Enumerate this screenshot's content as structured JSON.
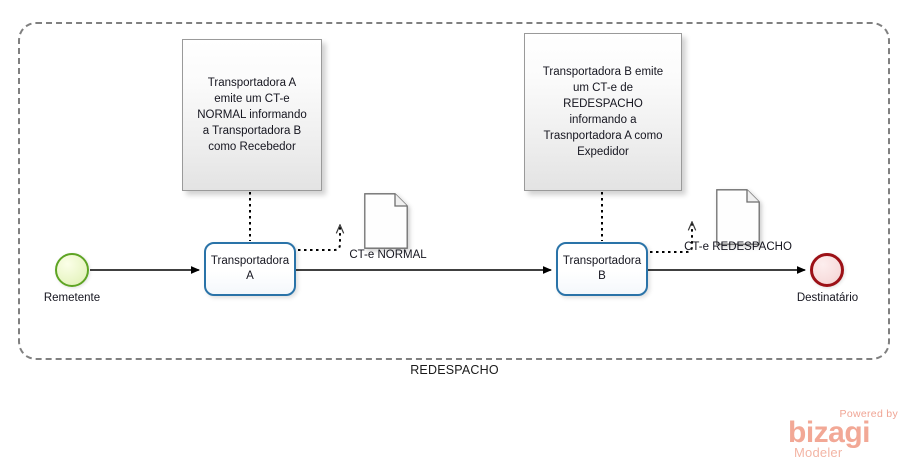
{
  "pool": {
    "label": "REDESPACHO"
  },
  "annotations": [
    {
      "id": "annotation-a",
      "text": "Transportadora A emite um CT-e NORMAL informando a Transportadora B como Recebedor"
    },
    {
      "id": "annotation-b",
      "text": "Transportadora B emite um CT-e de REDESPACHO informando a Trasnportadora A como Expedidor"
    }
  ],
  "tasks": [
    {
      "id": "task-a",
      "label": "Transportadora A"
    },
    {
      "id": "task-b",
      "label": "Transportadora B"
    }
  ],
  "events": {
    "start": {
      "label": "Remetente",
      "color": "#5ea424"
    },
    "end": {
      "label": "Destinatário",
      "color": "#9c1117"
    }
  },
  "data_objects": [
    {
      "id": "data-normal",
      "label": "CT-e  NORMAL"
    },
    {
      "id": "data-redespacho",
      "label": "CT-e REDESPACHO"
    }
  ],
  "logo": {
    "powered_by": "Powered by",
    "brand": "bizagi",
    "product": "Modeler",
    "color": "#f2a896"
  },
  "icon_names": {
    "start_event": "start-event-circle-icon",
    "end_event": "end-event-circle-icon",
    "data_object": "document-page-icon",
    "sequence_flow": "sequence-flow-arrow-icon",
    "association": "dotted-association-arrow-icon"
  }
}
